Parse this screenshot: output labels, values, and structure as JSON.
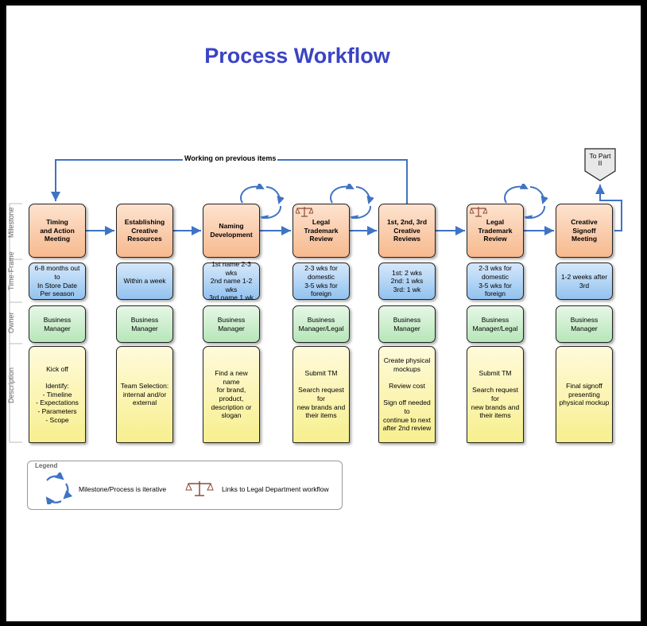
{
  "title": "Process Workflow",
  "lanes": [
    "Milestone",
    "Time-Frame",
    "Owner",
    "Description"
  ],
  "loop_label": "Working on previous items",
  "to_part": "To Part\nII",
  "steps": [
    {
      "milestone": "Timing\nand Action\nMeeting",
      "timeframe": "6-8 months out to\nIn Store Date\nPer season",
      "owner": "Business\nManager",
      "description": "Kick off\n\nIdentify:\n- Timeline\n- Expectations\n- Parameters\n- Scope",
      "legal": false
    },
    {
      "milestone": "Establishing\nCreative\nResources",
      "timeframe": "Within a week",
      "owner": "Business\nManager",
      "description": "Team Selection:\ninternal and/or\nexternal",
      "legal": false
    },
    {
      "milestone": "Naming\nDevelopment",
      "timeframe": "1st name 2-3 wks\n2nd name 1-2 wks\n3rd name 1 wk",
      "owner": "Business\nManager",
      "description": "Find a new name\nfor brand, product,\ndescription or\nslogan",
      "legal": false
    },
    {
      "milestone": "Legal Trademark\nReview",
      "timeframe": "2-3 wks for\ndomestic\n3-5 wks for foreign",
      "owner": "Business\nManager/Legal",
      "description": "Submit TM\n\nSearch request for\nnew brands and\ntheir items",
      "legal": true
    },
    {
      "milestone": "1st, 2nd, 3rd\nCreative Reviews",
      "timeframe": "1st: 2 wks\n2nd: 1 wks\n3rd: 1 wk",
      "owner": "Business\nManager",
      "description": "Create physical\nmockups\n\nReview cost\n\nSign off needed to\ncontinue to next\nafter 2nd review",
      "legal": false
    },
    {
      "milestone": "Legal Trademark\nReview",
      "timeframe": "2-3 wks for\ndomestic\n3-5 wks for foreign",
      "owner": "Business\nManager/Legal",
      "description": "Submit TM\n\nSearch request for\nnew brands and\ntheir items",
      "legal": true
    },
    {
      "milestone": "Creative Signoff\nMeeting",
      "timeframe": "1-2 weeks after 3rd",
      "owner": "Business\nManager",
      "description": "Final signoff\npresenting\nphysical mockup",
      "legal": false
    }
  ],
  "legend": {
    "title": "Legend",
    "iterative": "Milestone/Process is iterative",
    "legal": "Links to Legal Department workflow"
  },
  "colors": {
    "title": "#3a43c4",
    "arrow": "#3f73c4"
  }
}
